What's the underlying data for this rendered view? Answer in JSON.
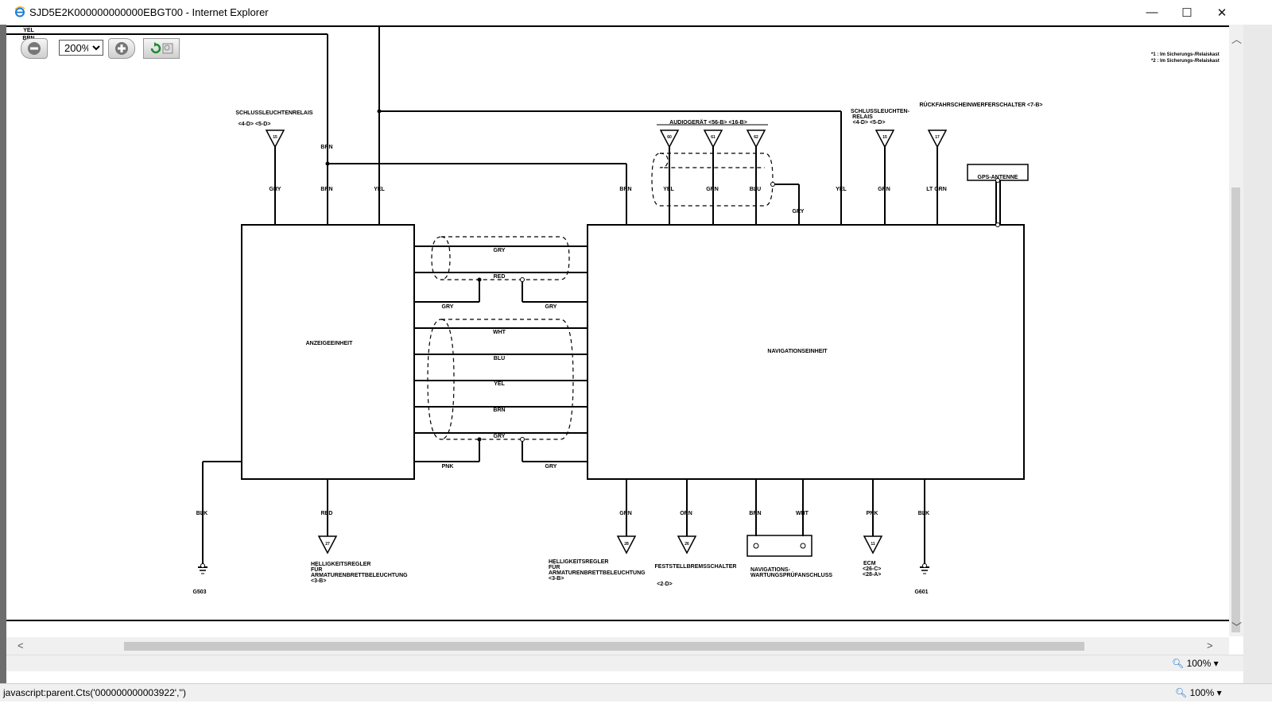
{
  "window": {
    "title": "SJD5E2K000000000000EBGT00 - Internet Explorer",
    "minimize_glyph": "—",
    "maximize_glyph": "☐",
    "close_glyph": "✕"
  },
  "toolbar": {
    "zoom_out_icon": "zoom-out-icon",
    "zoom_value": "200%",
    "zoom_options": [
      "200%"
    ],
    "zoom_in_icon": "zoom-in-icon",
    "reset_icon": "refresh-icon"
  },
  "diagram": {
    "top_left_labels": [
      "YEL",
      "BRN"
    ],
    "top_right_notes": [
      "*1 : Im Sicherungs-/Relaiskast",
      "*2 : Im Sicherungs-/Relaiskast"
    ],
    "components": {
      "display_unit": "ANZEIGEEINHEIT",
      "nav_unit": "NAVIGATIONSEINHEIT",
      "tail_relay_left": "SCHLUSSLEUCHTENRELAIS",
      "tail_relay_left_ref": "<4-D> <5-D>",
      "audio_unit": "AUDIOGERÄT <56-B> <16-B>",
      "tail_relay_right_1": "SCHLUSSLEUCHTEN-",
      "tail_relay_right_2": "RELAIS",
      "tail_relay_right_ref": "<4-D> <5-D>",
      "reverse_switch": "RÜCKFAHRSCHEINWERFERSCHALTER <7-B>",
      "gps_antenna": "GPS-ANTENNE",
      "dimmer_left_1": "HELLIGKEITSREGLER",
      "dimmer_left_2": "FÜR",
      "dimmer_left_3": "ARMATURENBRETTBELEUCHTUNG",
      "dimmer_left_4": "<3-B>",
      "dimmer_mid_1": "HELLIGKEITSREGLER",
      "dimmer_mid_2": "FÜR",
      "dimmer_mid_3": "ARMATURENBRETTBELEUCHTUNG",
      "dimmer_mid_4": "<3-B>",
      "parking_brake": "FESTSTELLBREMSSCHALTER",
      "parking_brake_ref": "<2-D>",
      "nav_service_1": "NAVIGATIONS-",
      "nav_service_2": "WARTUNGSPRÜFANSCHLUSS",
      "ecm_1": "ECM",
      "ecm_2": "<26-C>",
      "ecm_3": "<28-A>",
      "ground_left": "G503",
      "ground_right": "G601"
    },
    "wires": {
      "top_gry": "GRY",
      "top_brn_1": "BRN",
      "top_brn_2": "BRN",
      "top_yel": "YEL",
      "nav_brn": "BRN",
      "nav_yel": "YEL",
      "nav_grn": "GRN",
      "nav_blu": "BLU",
      "nav_gry": "GRY",
      "nav_yel2": "YEL",
      "nav_grn2": "GRN",
      "nav_ltgrn": "LT GRN",
      "mid_gry1": "GRY",
      "mid_red": "RED",
      "mid_gry_l": "GRY",
      "mid_gry_r": "GRY",
      "mid_wht": "WHT",
      "mid_blu": "BLU",
      "mid_yel": "YEL",
      "mid_brn": "BRN",
      "mid_gry2": "GRY",
      "mid_pnk": "PNK",
      "mid_gry3": "GRY",
      "bot_blk1": "BLK",
      "bot_red": "RED",
      "bot_grn": "GRN",
      "bot_orn": "ORN",
      "bot_brn": "BRN",
      "bot_wht": "WHT",
      "bot_pnk": "PNK",
      "bot_blk2": "BLK"
    },
    "pins": {
      "p1": "15",
      "p2": "60",
      "p3": "61",
      "p4": "62",
      "p5": "15",
      "p6": "17",
      "p7": "27",
      "p8": "28",
      "p9": "26",
      "p10": "11"
    }
  },
  "status": {
    "inner_zoom": "100%",
    "url_text": "javascript:parent.Cts('000000000003922','')",
    "outer_zoom": "100%"
  }
}
